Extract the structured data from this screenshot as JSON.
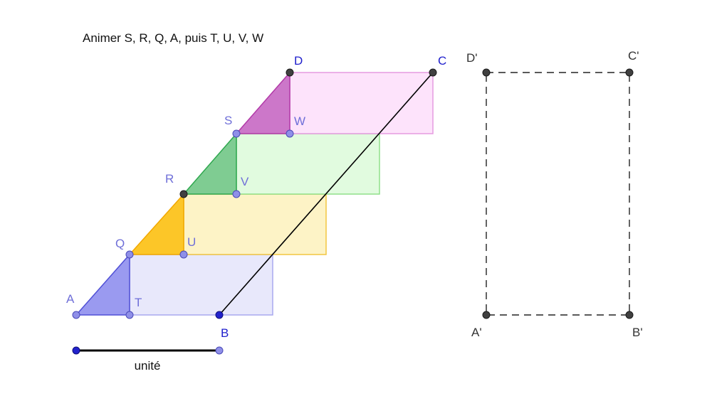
{
  "instruction": "Animer S, R, Q, A, puis T, U, V, W",
  "unit_label": "unité",
  "points": {
    "A": "A",
    "B": "B",
    "C": "C",
    "D": "D",
    "Q": "Q",
    "R": "R",
    "S": "S",
    "T": "T",
    "U": "U",
    "V": "V",
    "W": "W",
    "A_prime": "A'",
    "B_prime": "B'",
    "C_prime": "C'",
    "D_prime": "D'"
  },
  "colors": {
    "blue": "#7a7ae6",
    "yellow": "#f5c518",
    "green": "#2fa84f",
    "magenta": "#b23aa8",
    "blue_label": "#1f1fcc",
    "light_label": "#6f6fd8",
    "dark_label": "#333333",
    "point_dark": "#404040",
    "point_blue": "#2222cc",
    "point_light": "#8f8fe8"
  }
}
